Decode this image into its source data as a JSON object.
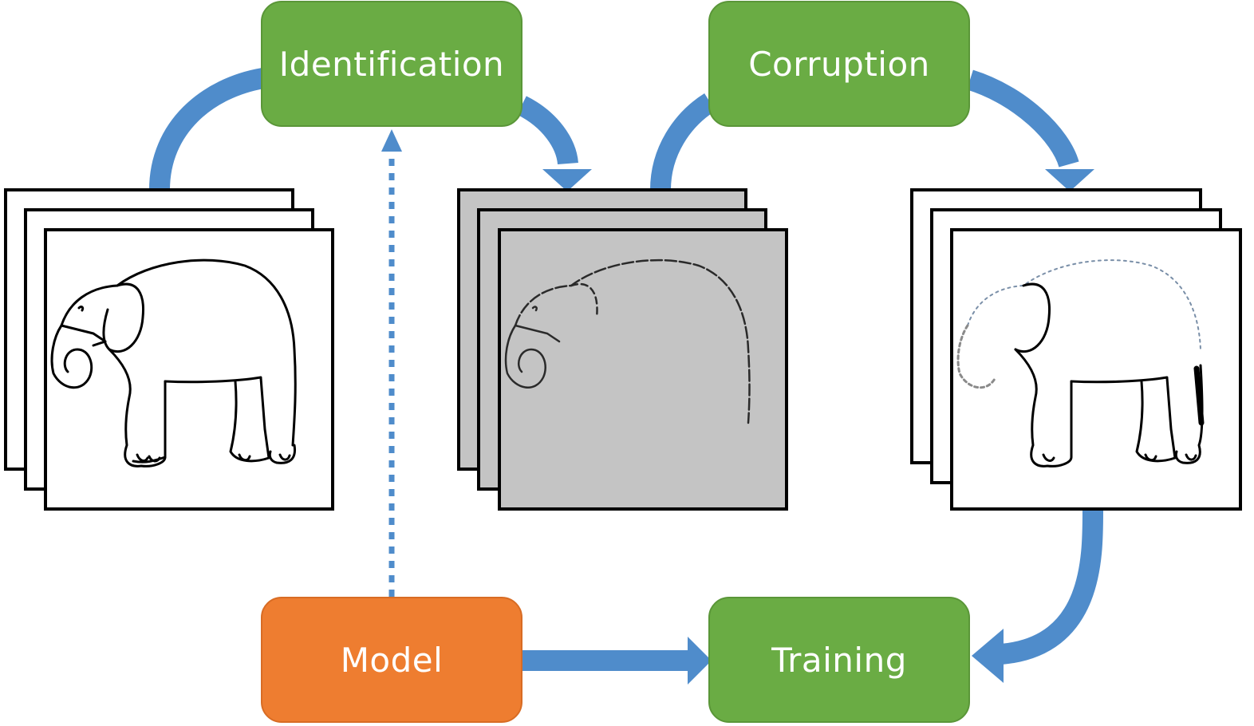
{
  "nodes": {
    "identification": {
      "label": "Identification"
    },
    "corruption": {
      "label": "Corruption"
    },
    "model": {
      "label": "Model"
    },
    "training": {
      "label": "Training"
    }
  },
  "image_stacks": [
    {
      "stage": "original",
      "background": "#ffffff"
    },
    {
      "stage": "identified",
      "background": "#c4c4c4"
    },
    {
      "stage": "corrupted",
      "background": "#ffffff"
    }
  ],
  "colors": {
    "process_node": "#6aac44",
    "model_node": "#ee7d30",
    "arrow": "#4f8ccb",
    "frame": "#000000"
  }
}
